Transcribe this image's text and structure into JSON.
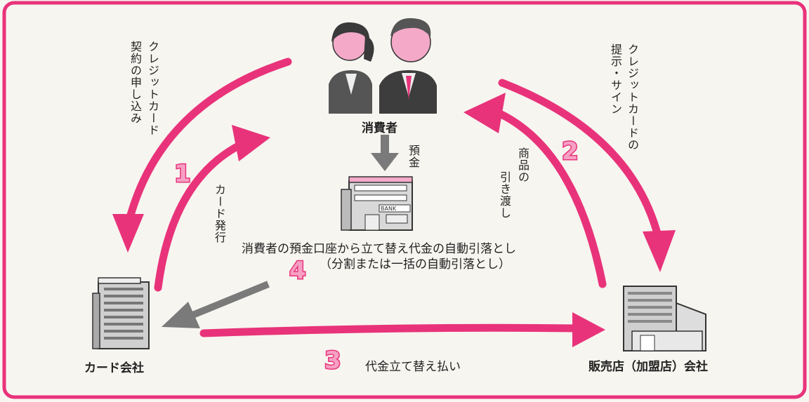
{
  "colors": {
    "accent": "#e8337a",
    "accent_light": "#f6a0c4",
    "gray_arrow": "#7a7a7a"
  },
  "nodes": {
    "consumer": "消費者",
    "card_company": "カード会社",
    "store": "販売店（加盟店）会社",
    "bank_sign": "BANK"
  },
  "steps": {
    "s1": {
      "number": "1",
      "label_line1": "クレジットカード",
      "label_line2": "契約の申し込み"
    },
    "card_issue": "カード発行",
    "s2": {
      "number": "2",
      "label_line1": "クレジットカードの",
      "label_line2": "提示・サイン"
    },
    "goods": {
      "line1": "商品の",
      "line2": "引き渡し"
    },
    "s3": {
      "number": "3",
      "label": "代金立て替え払い"
    },
    "s4": {
      "number": "4",
      "label_line1": "消費者の預金口座から立て替え代金の自動引落とし",
      "label_line2": "（分割または一括の自動引落とし）"
    },
    "deposit": "預金"
  }
}
